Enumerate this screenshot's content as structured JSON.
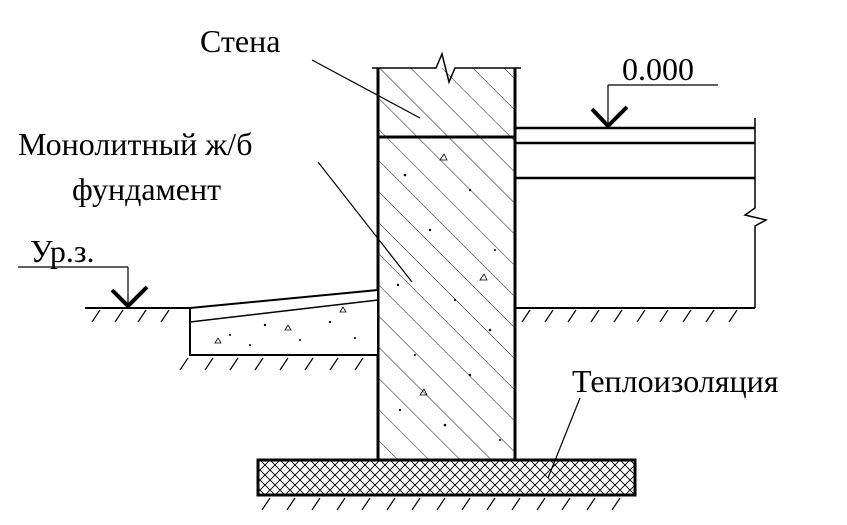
{
  "labels": {
    "wall": "Стена",
    "foundation_line1": "Монолитный ж/б",
    "foundation_line2": "фундамент",
    "ground_level": "Ур.з.",
    "floor_level": "0.000",
    "insulation": "Теплоизоляция"
  },
  "colors": {
    "ink": "#000000",
    "background": "#ffffff"
  }
}
